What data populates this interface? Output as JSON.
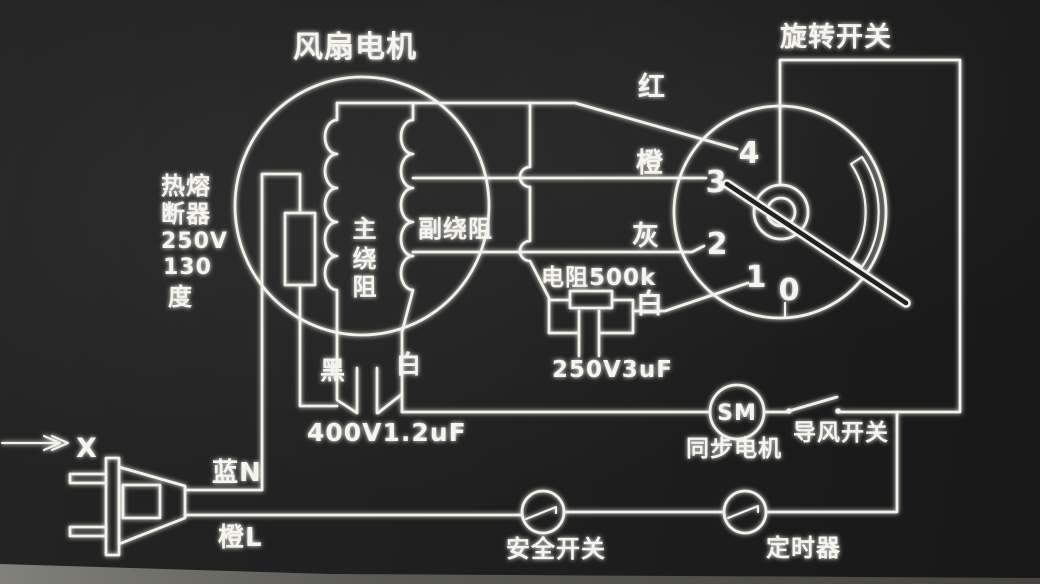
{
  "figure": {
    "background": "#1e1e1e",
    "line_color": "#f2f1ea",
    "bottom_edge_color": "#75746c"
  },
  "labels": {
    "fan_motor": "风扇电机",
    "rotary_switch": "旋转开关",
    "thermal_fuse_lines": [
      "热熔",
      "断器",
      "250V",
      "130",
      "度"
    ],
    "main_winding_chars": [
      "主",
      "绕",
      "阻"
    ],
    "aux_winding": "副绕阻",
    "wire_red": "红",
    "wire_orange": "橙",
    "wire_grey": "灰",
    "wire_white_switch": "白",
    "wire_black": "黑",
    "wire_white_cap": "白",
    "resistor": "电阻500k",
    "capacitor_small": "250V3uF",
    "capacitor_main": "400V1.2uF",
    "sync_motor_symbol": "SM",
    "sync_motor": "同步电机",
    "louver_switch": "导风开关",
    "safety_switch": "安全开关",
    "timer": "定时器",
    "plug_neutral": "蓝N",
    "plug_live": "橙L",
    "x_mark": "X",
    "switch_positions": [
      "4",
      "3",
      "2",
      "1",
      "0"
    ]
  }
}
